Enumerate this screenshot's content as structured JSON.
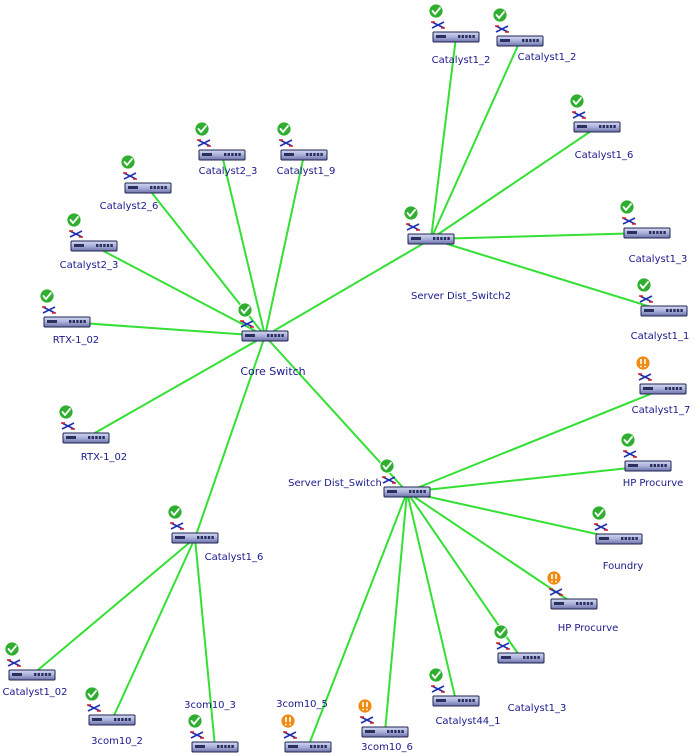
{
  "colors": {
    "link": "#33e033",
    "ok": "#2fae2f",
    "warning": "#f08a10",
    "label": "#1a1a8c",
    "device_body": "#a9b0d9"
  },
  "devices": [
    {
      "id": "core",
      "label": "Core Switch",
      "status": "ok",
      "icon": "network-switch-icon"
    },
    {
      "id": "sds2",
      "label": "Server Dist_Switch2",
      "status": "ok",
      "icon": "network-switch-icon"
    },
    {
      "id": "sds",
      "label": "Server Dist_Switch",
      "status": "ok",
      "icon": "network-switch-icon"
    },
    {
      "id": "cat1_2a",
      "label": "Catalyst1_2",
      "status": "ok",
      "icon": "network-switch-icon"
    },
    {
      "id": "cat1_2b",
      "label": "Catalyst1_2",
      "status": "ok",
      "icon": "network-switch-icon"
    },
    {
      "id": "cat1_6a",
      "label": "Catalyst1_6",
      "status": "ok",
      "icon": "network-switch-icon"
    },
    {
      "id": "cat1_3a",
      "label": "Catalyst1_3",
      "status": "ok",
      "icon": "network-switch-icon"
    },
    {
      "id": "cat1_1",
      "label": "Catalyst1_1",
      "status": "ok",
      "icon": "network-switch-icon"
    },
    {
      "id": "cat2_3a",
      "label": "Catalyst2_3",
      "status": "ok",
      "icon": "network-switch-icon"
    },
    {
      "id": "cat1_9",
      "label": "Catalyst1_9",
      "status": "ok",
      "icon": "network-switch-icon"
    },
    {
      "id": "cat2_6",
      "label": "Catalyst2_6",
      "status": "ok",
      "icon": "network-switch-icon"
    },
    {
      "id": "cat2_3b",
      "label": "Catalyst2_3",
      "status": "ok",
      "icon": "network-switch-icon"
    },
    {
      "id": "rtx1",
      "label": "RTX-1_02",
      "status": "ok",
      "icon": "network-switch-icon"
    },
    {
      "id": "rtx2",
      "label": "RTX-1_02",
      "status": "ok",
      "icon": "network-switch-icon"
    },
    {
      "id": "cat1_6b",
      "label": "Catalyst1_6",
      "status": "ok",
      "icon": "network-switch-icon"
    },
    {
      "id": "cat1_02",
      "label": "Catalyst1_02",
      "status": "ok",
      "icon": "network-switch-icon"
    },
    {
      "id": "c3com10_2",
      "label": "3com10_2",
      "status": "ok",
      "icon": "network-switch-icon"
    },
    {
      "id": "c3com10_3",
      "label": "3com10_3",
      "status": "ok",
      "icon": "network-switch-icon"
    },
    {
      "id": "cat1_7",
      "label": "Catalyst1_7",
      "status": "warning",
      "icon": "network-switch-icon"
    },
    {
      "id": "hpp1",
      "label": "HP Procurve",
      "status": "ok",
      "icon": "network-switch-icon"
    },
    {
      "id": "foundry",
      "label": "Foundry",
      "status": "ok",
      "icon": "network-switch-icon"
    },
    {
      "id": "hpp2",
      "label": "HP Procurve",
      "status": "warning",
      "icon": "network-switch-icon"
    },
    {
      "id": "cat1_3b",
      "label": "Catalyst1_3",
      "status": "ok",
      "icon": "network-switch-icon"
    },
    {
      "id": "cat44_1",
      "label": "Catalyst44_1",
      "status": "ok",
      "icon": "network-switch-icon"
    },
    {
      "id": "c3com10_6",
      "label": "3com10_6",
      "status": "warning",
      "icon": "network-switch-icon"
    },
    {
      "id": "c3com10_5",
      "label": "3com10_5",
      "status": "warning",
      "icon": "network-switch-icon"
    }
  ],
  "links": [
    [
      "core",
      "sds2"
    ],
    [
      "core",
      "sds"
    ],
    [
      "core",
      "cat2_3a"
    ],
    [
      "core",
      "cat1_9"
    ],
    [
      "core",
      "cat2_6"
    ],
    [
      "core",
      "cat2_3b"
    ],
    [
      "core",
      "rtx1"
    ],
    [
      "core",
      "rtx2"
    ],
    [
      "core",
      "cat1_6b"
    ],
    [
      "sds2",
      "cat1_2a"
    ],
    [
      "sds2",
      "cat1_2b"
    ],
    [
      "sds2",
      "cat1_6a"
    ],
    [
      "sds2",
      "cat1_3a"
    ],
    [
      "sds2",
      "cat1_1"
    ],
    [
      "sds",
      "cat1_7"
    ],
    [
      "sds",
      "hpp1"
    ],
    [
      "sds",
      "foundry"
    ],
    [
      "sds",
      "hpp2"
    ],
    [
      "sds",
      "cat1_3b"
    ],
    [
      "sds",
      "cat44_1"
    ],
    [
      "sds",
      "c3com10_6"
    ],
    [
      "sds",
      "c3com10_5"
    ],
    [
      "cat1_6b",
      "cat1_02"
    ],
    [
      "cat1_6b",
      "c3com10_2"
    ],
    [
      "cat1_6b",
      "c3com10_3"
    ]
  ]
}
